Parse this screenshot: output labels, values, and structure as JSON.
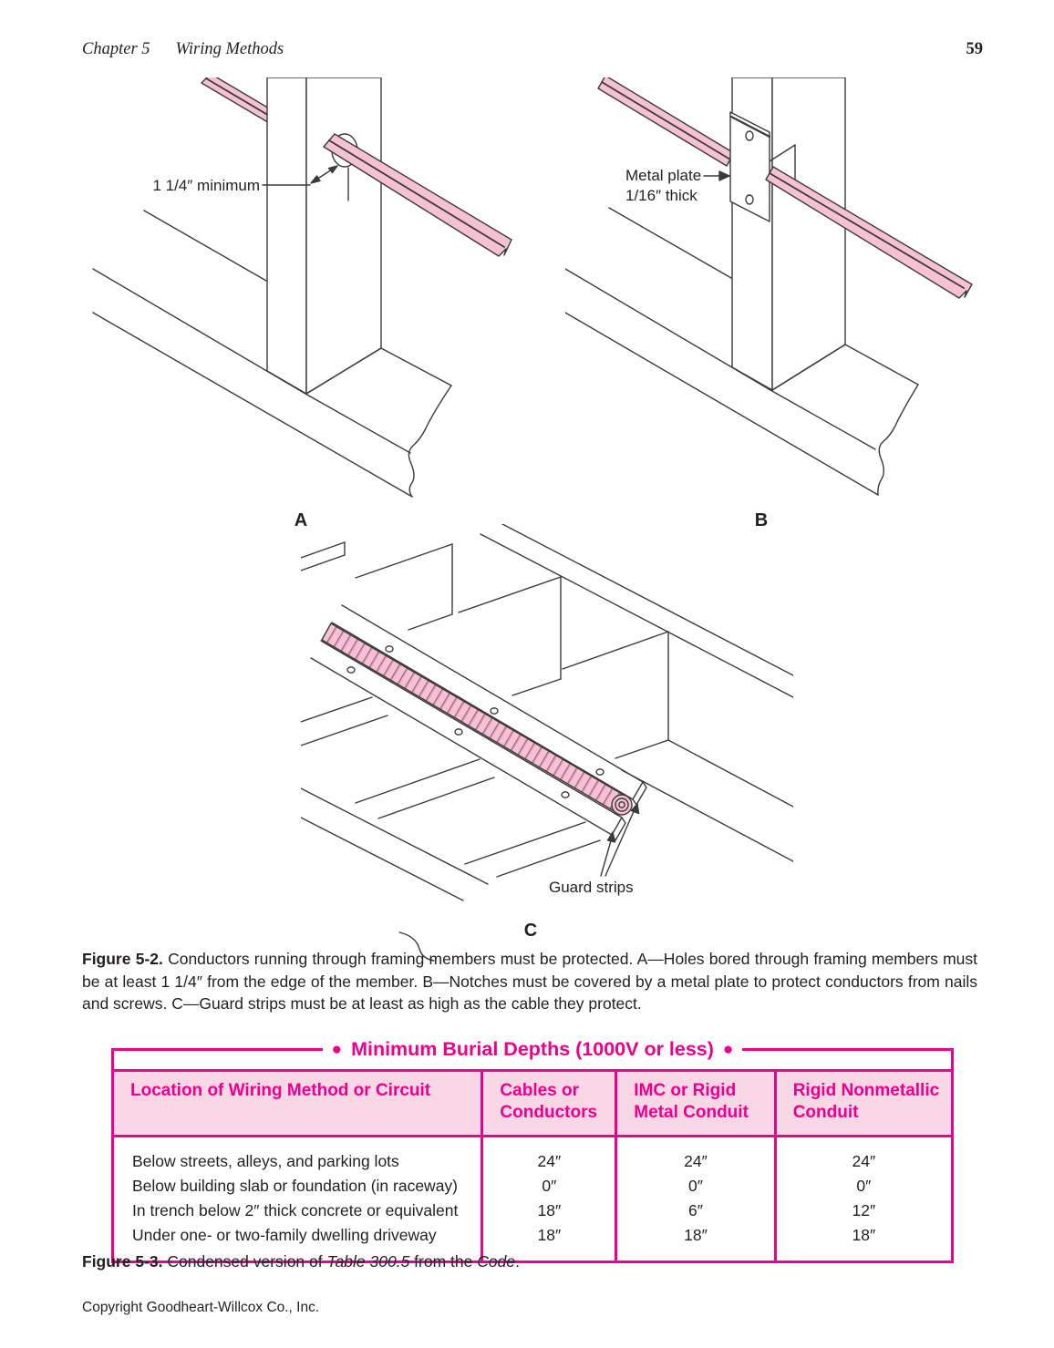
{
  "header": {
    "chapter": "Chapter 5",
    "title": "Wiring Methods",
    "page_number": "59"
  },
  "figures": {
    "a": {
      "annotation": "1 1/4″ minimum",
      "letter": "A"
    },
    "b": {
      "annotation_line1": "Metal plate",
      "annotation_line2": "1/16″ thick",
      "letter": "B"
    },
    "c": {
      "annotation": "Guard strips",
      "letter": "C"
    }
  },
  "captions": {
    "fig52": {
      "label": "Figure 5-2.",
      "text": " Conductors running through framing members must be protected. A—Holes bored through framing members must be at least 1 1/4″ from the edge of the member. B—Notches must be covered by a metal plate to protect conductors from nails and screws. C—Guard strips must be at least as high as the cable they protect."
    },
    "fig53": {
      "label": "Figure 5-3.",
      "pre": " Condensed version of ",
      "italic1": "Table 300.5",
      "mid": " from the ",
      "italic2": "Code",
      "end": "."
    }
  },
  "table": {
    "bullet": "●",
    "title": "Minimum Burial Depths (1000V or less)",
    "headers": [
      "Location of Wiring Method or Circuit",
      "Cables or Conductors",
      "IMC or Rigid Metal Conduit",
      "Rigid Nonmetallic Conduit"
    ],
    "rows": [
      [
        "Below streets, alleys, and parking lots",
        "24″",
        "24″",
        "24″"
      ],
      [
        "Below building slab or foundation (in raceway)",
        "0″",
        "0″",
        "0″"
      ],
      [
        "In trench below 2″ thick concrete or equivalent",
        "18″",
        "6″",
        "12″"
      ],
      [
        "Under one- or two-family dwelling driveway",
        "18″",
        "18″",
        "18″"
      ]
    ]
  },
  "footer": {
    "copyright": "Copyright Goodheart-Willcox Co., Inc."
  },
  "colors": {
    "magenta": "#EC008C",
    "header_pink": "#F9D7E4",
    "cable_pink": "#F6C2D3"
  }
}
